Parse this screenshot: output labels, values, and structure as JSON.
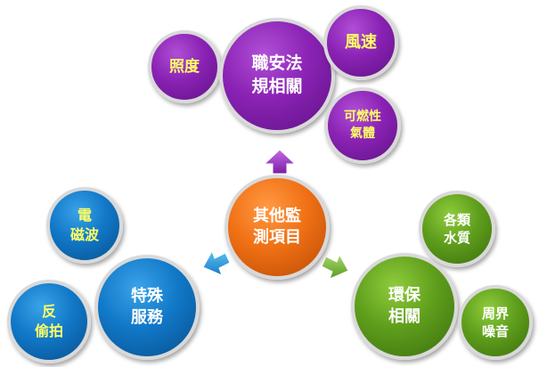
{
  "center": {
    "line1": "其他監",
    "line2": "測項目"
  },
  "regulation": {
    "hub": {
      "line1": "職安法",
      "line2": "規相關"
    },
    "leaves": [
      {
        "line1": "照度"
      },
      {
        "line1": "風速"
      },
      {
        "line1": "可燃性",
        "line2": "氣體"
      }
    ]
  },
  "special": {
    "hub": {
      "line1": "特殊",
      "line2": "服務"
    },
    "leaves": [
      {
        "line1": "電",
        "line2": "磁波"
      },
      {
        "line1": "反",
        "line2": "偷拍"
      }
    ]
  },
  "environment": {
    "hub": {
      "line1": "環保",
      "line2": "相關"
    },
    "leaves": [
      {
        "line1": "各類",
        "line2": "水質"
      },
      {
        "line1": "周界",
        "line2": "噪音"
      }
    ]
  },
  "colors": {
    "purple": "#8a22b4",
    "orange": "#f07014",
    "blue": "#1178c8",
    "green": "#5f9e1c",
    "leaf_text_yellow": "#ffff66"
  },
  "icons": [
    "arrow-up-icon",
    "arrow-left-icon",
    "arrow-right-icon"
  ]
}
